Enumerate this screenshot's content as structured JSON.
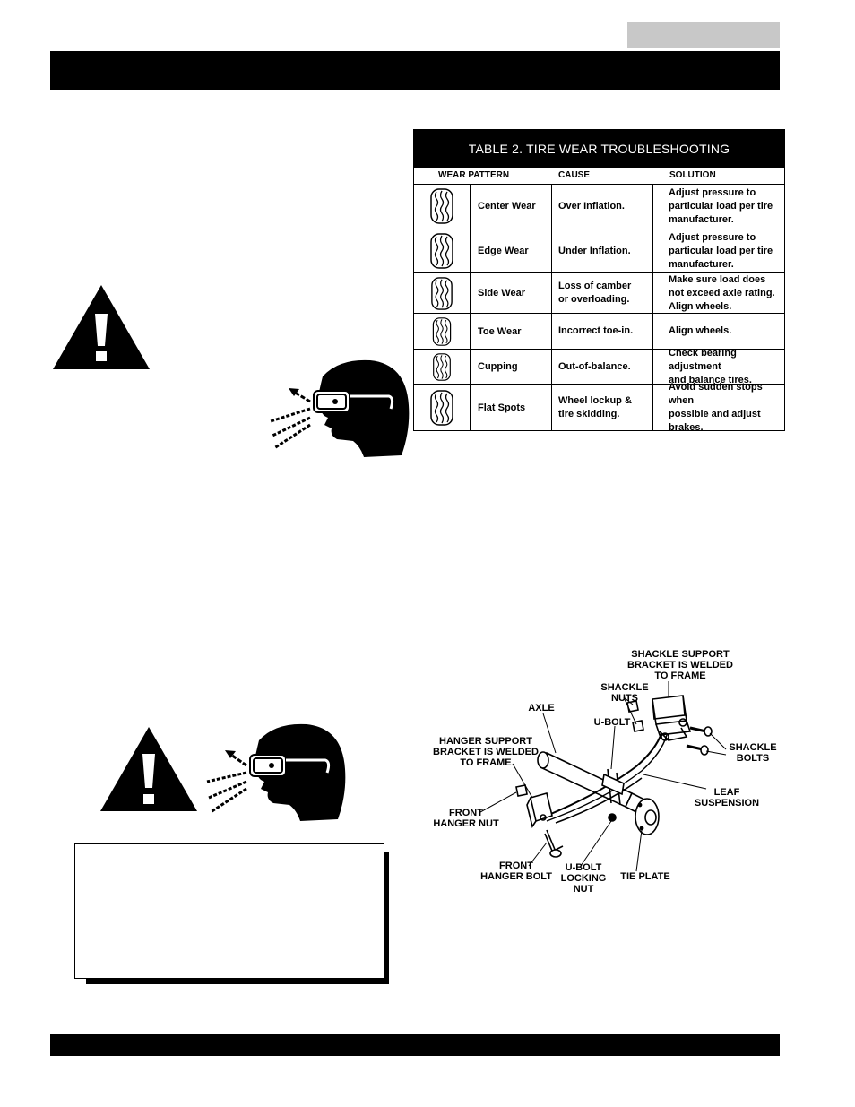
{
  "table": {
    "title": "TABLE 2.  TIRE WEAR TROUBLESHOOTING",
    "headers": {
      "pattern": "WEAR PATTERN",
      "cause": "CAUSE",
      "solution": "SOLUTION"
    },
    "rows": [
      {
        "pattern": "Center Wear",
        "cause": "Over Inflation.",
        "solution": "Adjust pressure to\nparticular load per tire\nmanufacturer."
      },
      {
        "pattern": "Edge Wear",
        "cause": "Under Inflation.",
        "solution": "Adjust pressure to\nparticular load per tire\nmanufacturer."
      },
      {
        "pattern": "Side Wear",
        "cause": "Loss of camber\nor overloading.",
        "solution": "Make sure load does\nnot exceed axle rating.\nAlign wheels."
      },
      {
        "pattern": "Toe Wear",
        "cause": "Incorrect toe-in.",
        "solution": "Align wheels."
      },
      {
        "pattern": "Cupping",
        "cause": "Out-of-balance.",
        "solution": "Check bearing adjustment\nand balance tires."
      },
      {
        "pattern": "Flat Spots",
        "cause": "Wheel lockup &\ntire skidding.",
        "solution": "Avoid sudden stops when\npossible and adjust brakes."
      }
    ]
  },
  "diagram": {
    "labels": {
      "shackle_support": "SHACKLE SUPPORT\nBRACKET IS WELDED\nTO FRAME",
      "shackle_nuts": "SHACKLE\nNUTS",
      "axle": "AXLE",
      "u_bolt": "U-BOLT",
      "hanger_support": "HANGER SUPPORT\nBRACKET IS WELDED\nTO FRAME",
      "shackle_bolts": "SHACKLE\nBOLTS",
      "leaf_suspension": "LEAF\nSUSPENSION",
      "front_hanger_nut": "FRONT\nHANGER NUT",
      "front_hanger_bolt": "FRONT\nHANGER BOLT",
      "u_bolt_locking_nut": "U-BOLT\nLOCKING\nNUT",
      "tie_plate": "TIE PLATE"
    }
  },
  "colors": {
    "ink": "#000000",
    "tab_gray": "#c8c8c8",
    "paper": "#ffffff"
  },
  "icons": [
    "warning-triangle-icon",
    "safety-glasses-head-icon",
    "tire-tread-icon"
  ]
}
